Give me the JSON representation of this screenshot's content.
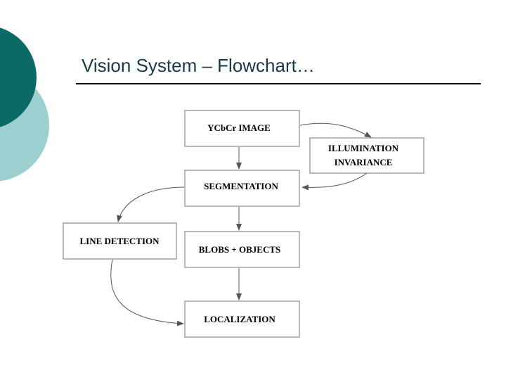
{
  "slide": {
    "title": "Vision System – Flowchart…",
    "colors": {
      "dark_teal": "#0b6a66",
      "light_teal": "#9ccfd0",
      "box_border": "#8a8a8a",
      "arrow": "#555555"
    }
  },
  "flowchart": {
    "nodes": {
      "ycbcr_image": "YCbCr  IMAGE",
      "illumination_1": "ILLUMINATION",
      "illumination_2": "INVARIANCE",
      "segmentation": "SEGMENTATION",
      "line_detection": "LINE  DETECTION",
      "blobs_objects": "BLOBS + OBJECTS",
      "localization": "LOCALIZATION"
    }
  }
}
